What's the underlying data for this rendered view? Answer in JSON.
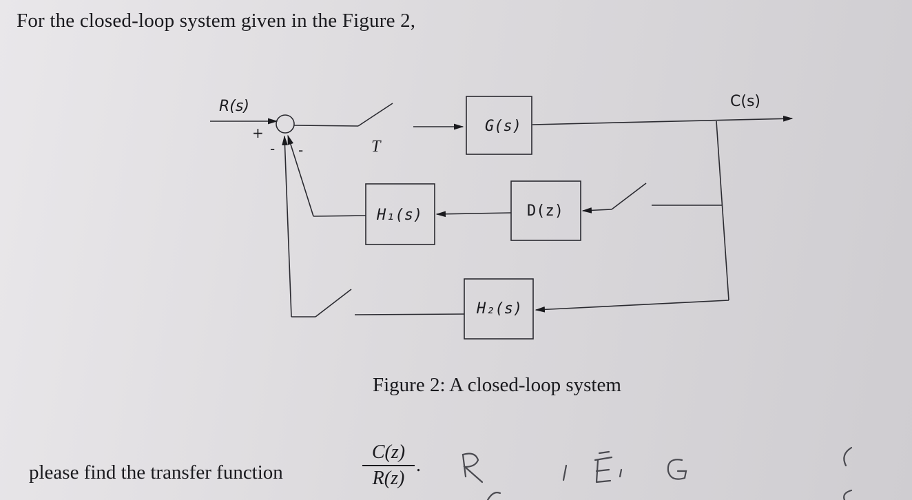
{
  "intro_text": "For the closed-loop system given in the Figure 2,",
  "diagram": {
    "input_label": "R(s)",
    "output_label": "C(s)",
    "plus_sign": "+",
    "minus_sign_1": "-",
    "minus_sign_2": "-",
    "sampler_label": "T",
    "block_g": "G(s)",
    "block_h1": "H₁(s)",
    "block_d": "D(z)",
    "block_h2": "H₂(s)"
  },
  "caption": "Figure 2: A closed-loop system",
  "question": {
    "text": "please find the transfer function",
    "numerator": "C(z)",
    "denominator": "R(z)",
    "trailing": "."
  },
  "handwriting": {
    "marks": [
      "R",
      "I",
      "E",
      "G",
      "C"
    ],
    "color": "#4a4a50"
  }
}
